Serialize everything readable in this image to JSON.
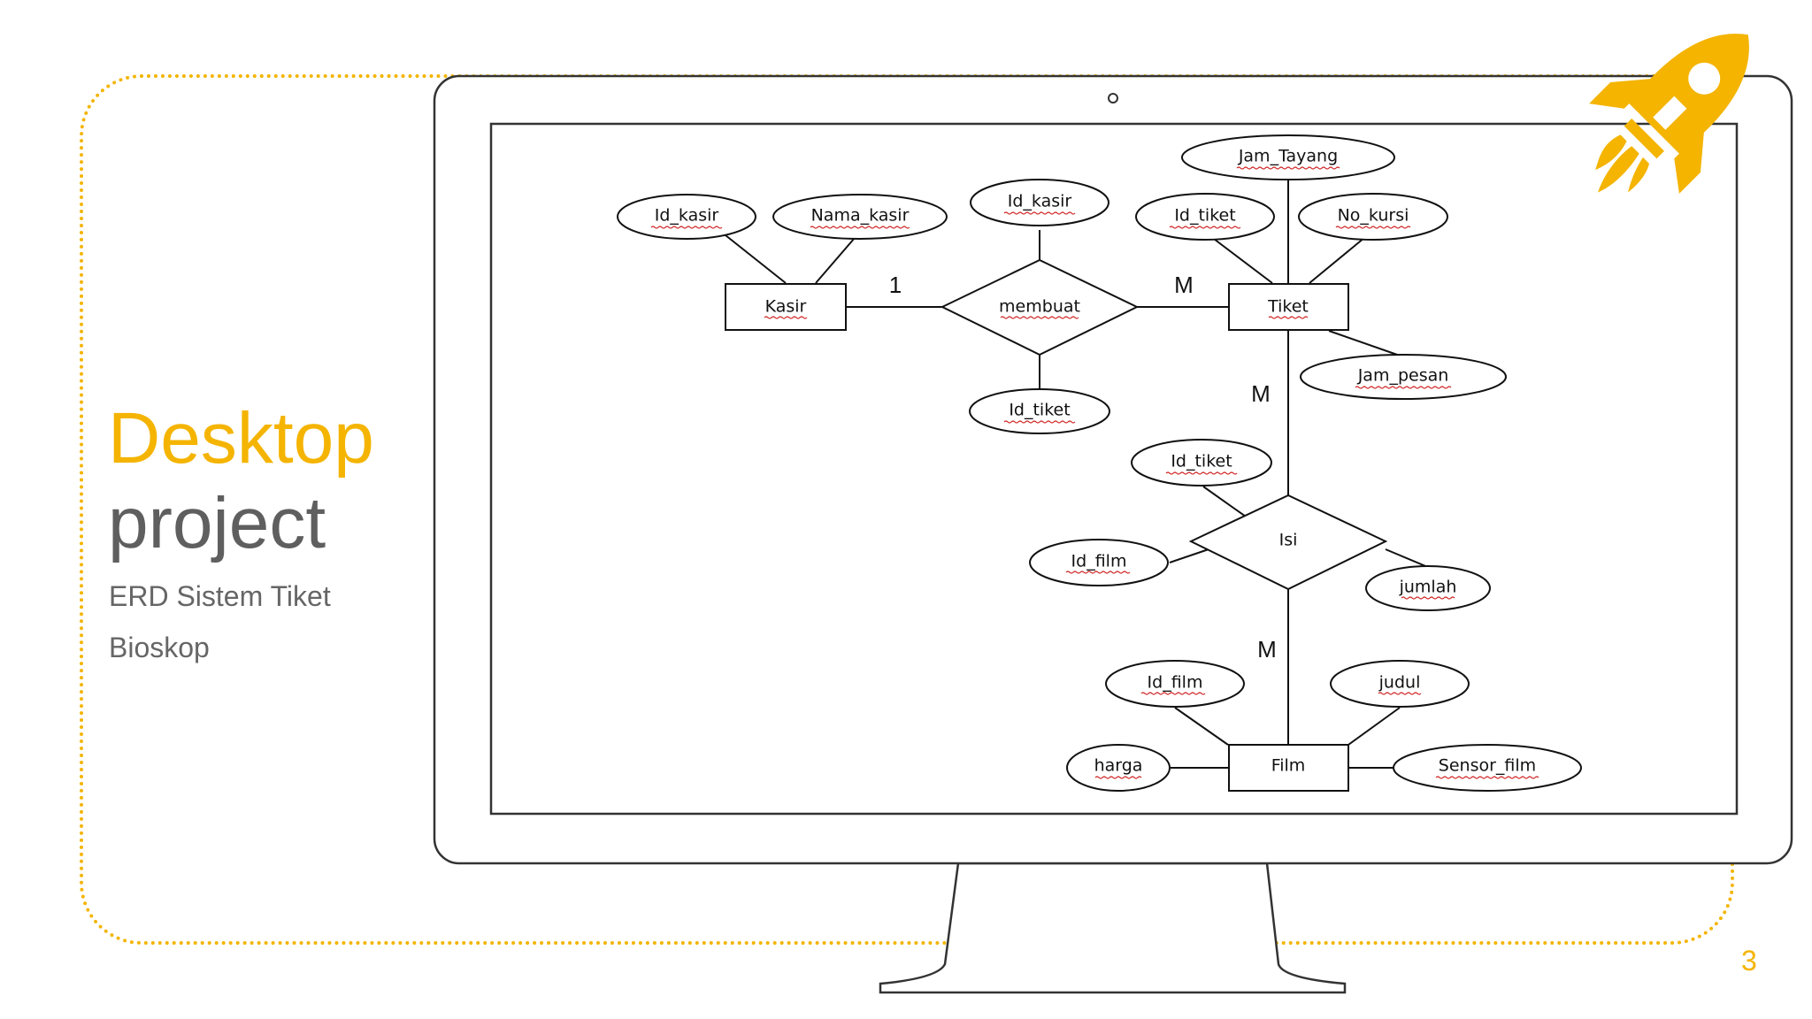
{
  "slide": {
    "title_line1": "Desktop",
    "title_line2": "project",
    "subtitle_line1": "ERD Sistem Tiket",
    "subtitle_line2": "Bioskop",
    "page_number": "3"
  },
  "colors": {
    "accent": "#f4b400",
    "title_gray": "#5f5f5f",
    "text_gray": "#666666"
  },
  "icons": {
    "rocket": "rocket-icon"
  },
  "erd": {
    "entities": {
      "kasir": "Kasir",
      "tiket": "Tiket",
      "film": "Film"
    },
    "relationships": {
      "membuat": "membuat",
      "isi": "Isi"
    },
    "attributes": {
      "kasir_id": "Id_kasir",
      "kasir_nama": "Nama_kasir",
      "membuat_id_kasir": "Id_kasir",
      "membuat_id_tiket": "Id_tiket",
      "tiket_jam_tayang": "Jam_Tayang",
      "tiket_id": "Id_tiket",
      "tiket_no_kursi": "No_kursi",
      "tiket_jam_pesan": "Jam_pesan",
      "isi_id_tiket": "Id_tiket",
      "isi_id_film": "Id_film",
      "isi_jumlah": "jumlah",
      "film_id": "Id_film",
      "film_judul": "judul",
      "film_harga": "harga",
      "film_sensor": "Sensor_film"
    },
    "cardinalities": {
      "kasir_membuat": "1",
      "membuat_tiket": "M",
      "tiket_isi": "M",
      "isi_film": "M"
    }
  }
}
